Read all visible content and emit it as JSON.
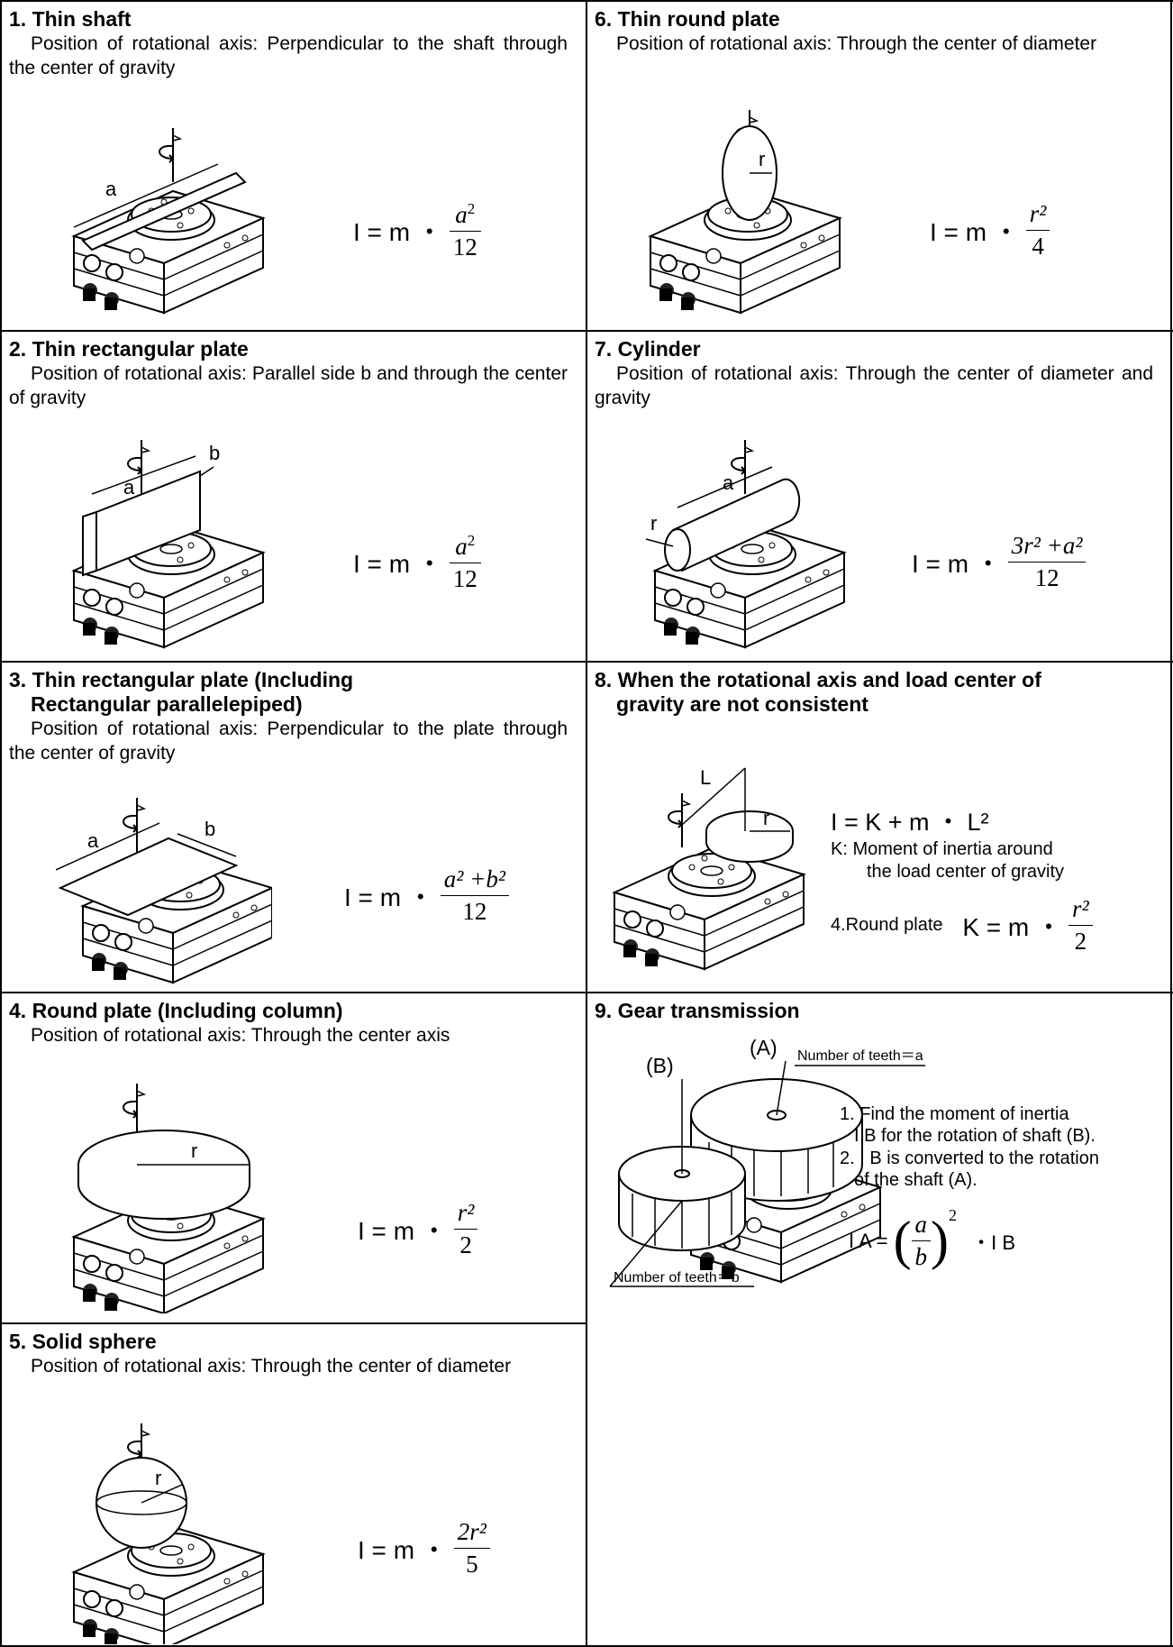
{
  "cells": {
    "c1": {
      "title": "1. Thin shaft",
      "desc": "Position of rotational axis: Perpendicular to the shaft through the center of gravity",
      "lhs": "I = m ・",
      "num": "a",
      "num_sup": "2",
      "den": "12",
      "fig_label": "a"
    },
    "c2": {
      "title": "2. Thin rectangular plate",
      "desc": "Position of rotational axis: Parallel side b and through the center of gravity",
      "lhs": "I = m ・",
      "num": "a",
      "num_sup": "2",
      "den": "12",
      "fig_label_a": "a",
      "fig_label_b": "b"
    },
    "c3": {
      "title_line1": "3. Thin rectangular plate (Including",
      "title_line2": "Rectangular parallelepiped)",
      "desc": "Position of rotational axis: Perpendicular to the plate through the center of gravity",
      "lhs": "I = m ・",
      "num": "a² +b²",
      "den": "12",
      "fig_label_a": "a",
      "fig_label_b": "b"
    },
    "c4": {
      "title": "4. Round plate (Including column)",
      "desc": "Position of rotational axis: Through the center axis",
      "lhs": "I = m ・",
      "num": "r²",
      "den": "2",
      "fig_label": "r"
    },
    "c5": {
      "title": "5. Solid sphere",
      "desc": "Position of rotational axis: Through the center of diameter",
      "lhs": "I = m ・",
      "num": "2r²",
      "den": "5",
      "fig_label": "r"
    },
    "c6": {
      "title": "6. Thin round plate",
      "desc": "Position of rotational axis: Through the center of diameter",
      "lhs": "I = m ・",
      "num": "r²",
      "den": "4",
      "fig_label": "r"
    },
    "c7": {
      "title": "7. Cylinder",
      "desc": "Position of rotational axis: Through the center of diameter and gravity",
      "lhs": "I = m ・",
      "num": "3r² +a²",
      "den": "12",
      "fig_label_a": "a",
      "fig_label_r": "r"
    },
    "c8": {
      "title_line1": "8. When the rotational axis and load center of",
      "title_line2": "gravity are not consistent",
      "formula": "I = K + m ・ L²",
      "note_line1": "K: Moment of inertia around",
      "note_line2": "the load center of gravity",
      "round_label": "4.Round plate",
      "k_lhs": "K = m ・",
      "num": "r²",
      "den": "2",
      "fig_label_L": "L",
      "fig_label_r": "r"
    },
    "c9": {
      "title": "9. Gear transmission",
      "label_A": "(A)",
      "label_B": "(B)",
      "teeth_a": "Number of teeth＝a",
      "teeth_b": "Number of teeth＝b",
      "step1_line1": "1. Find the moment of inertia",
      "step1_line2": "I B for the rotation of shaft (B).",
      "step2_line1": "2. I B is converted to the rotation",
      "step2_line2": "of the shaft (A).",
      "ia": "I A =",
      "num": "a",
      "den": "b",
      "exp": "2",
      "ib": "・I B"
    }
  }
}
